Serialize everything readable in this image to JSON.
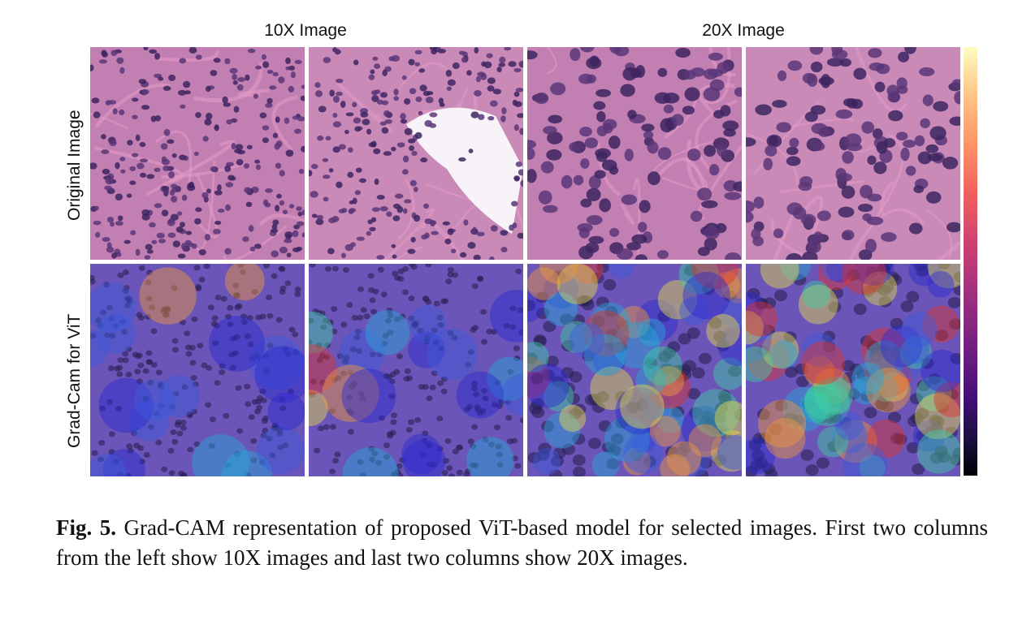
{
  "figure": {
    "column_headers": [
      "10X Image",
      "20X Image"
    ],
    "row_labels": [
      "Original Image",
      "Grad-Cam for ViT"
    ],
    "colorbar": {
      "colormap": "magma",
      "colors": [
        "#fcfdbf",
        "#feca8d",
        "#fd9668",
        "#f1605d",
        "#cd4071",
        "#9e2f7f",
        "#721f81",
        "#440f76",
        "#180f3d",
        "#000004"
      ]
    },
    "panels": [
      {
        "row": "Original Image",
        "column": "10X Image",
        "kind": "histology"
      },
      {
        "row": "Original Image",
        "column": "10X Image",
        "kind": "histology"
      },
      {
        "row": "Original Image",
        "column": "20X Image",
        "kind": "histology"
      },
      {
        "row": "Original Image",
        "column": "20X Image",
        "kind": "histology"
      },
      {
        "row": "Grad-Cam for ViT",
        "column": "10X Image",
        "kind": "heatmap-overlay"
      },
      {
        "row": "Grad-Cam for ViT",
        "column": "10X Image",
        "kind": "heatmap-overlay"
      },
      {
        "row": "Grad-Cam for ViT",
        "column": "20X Image",
        "kind": "heatmap-overlay"
      },
      {
        "row": "Grad-Cam for ViT",
        "column": "20X Image",
        "kind": "heatmap-overlay"
      }
    ]
  },
  "caption": {
    "label": "Fig. 5.",
    "text": "Grad-CAM representation of proposed ViT-based model for selected images. First two columns from the left show 10X images and last two columns show 20X images."
  }
}
